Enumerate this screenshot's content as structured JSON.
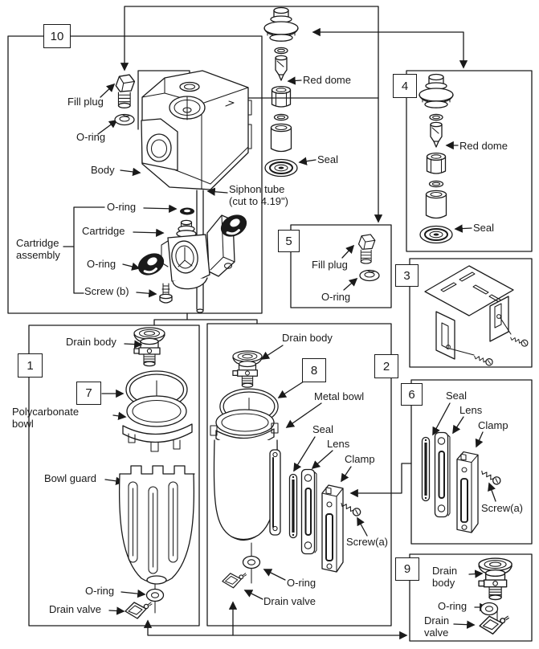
{
  "figure_type": "exploded-parts-diagram",
  "colors": {
    "line": "#1a1a1a",
    "background": "#ffffff"
  },
  "groups": {
    "body_assembly": {
      "callout": "10",
      "fill_plug": "Fill plug",
      "o_ring": "O-ring",
      "body": "Body",
      "siphon_tube": "Siphon tube\n(cut to 4.19\")",
      "cartridge_o_ring_top": "O-ring",
      "cartridge": "Cartridge",
      "cartridge_assembly": "Cartridge\nassembly",
      "cartridge_o_ring_bottom": "O-ring",
      "screw_b": "Screw (b)"
    },
    "sight_dome_main": {
      "red_dome": "Red dome",
      "seal": "Seal"
    },
    "sight_dome_kit": {
      "callout": "4",
      "red_dome": "Red dome",
      "seal": "Seal"
    },
    "fill_plug_kit": {
      "callout": "5",
      "fill_plug": "Fill plug",
      "o_ring": "O-ring"
    },
    "bracket_kit": {
      "callout": "3"
    },
    "polycarbonate_bowl_assembly": {
      "callout": "1",
      "drain_body": "Drain body",
      "bowl_seal_callout": "7",
      "polycarbonate_bowl": "Polycarbonate\nbowl",
      "bowl_guard": "Bowl guard",
      "o_ring": "O-ring",
      "drain_valve": "Drain valve"
    },
    "metal_bowl_assembly": {
      "callout": "2",
      "drain_body": "Drain body",
      "bowl_seal_callout": "8",
      "metal_bowl": "Metal bowl",
      "seal": "Seal",
      "lens": "Lens",
      "clamp": "Clamp",
      "screw_a": "Screw(a)",
      "o_ring": "O-ring",
      "drain_valve": "Drain valve"
    },
    "sight_glass_kit": {
      "callout": "6",
      "seal": "Seal",
      "lens": "Lens",
      "clamp": "Clamp",
      "screw_a": "Screw(a)"
    },
    "drain_kit": {
      "callout": "9",
      "drain_body": "Drain\nbody",
      "o_ring": "O-ring",
      "drain_valve": "Drain\nvalve"
    }
  }
}
